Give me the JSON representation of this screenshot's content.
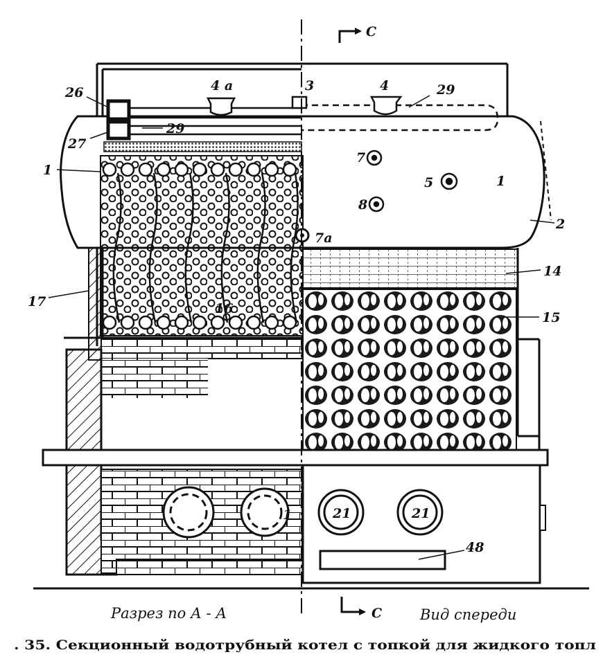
{
  "figure": {
    "caption": ". 35. Секционный водотрубный котел с топкой для жидкого топл",
    "left_view_label": "Разрез по А - А",
    "right_view_label": "Вид спереди",
    "section_mark": "С",
    "callouts": {
      "l26": "26",
      "l27": "27",
      "l4a": "4 а",
      "l3": "3",
      "l4": "4",
      "l29a": "29",
      "l29b": "29",
      "l1a": "1",
      "l1b": "1",
      "l7": "7",
      "l5": "5",
      "l8": "8",
      "l2": "2",
      "l7a": "7а",
      "l14": "14",
      "l17": "17",
      "l16": "16",
      "l15": "15",
      "l21a": "21",
      "l21b": "21",
      "l48": "48",
      "l1c": "1"
    }
  }
}
